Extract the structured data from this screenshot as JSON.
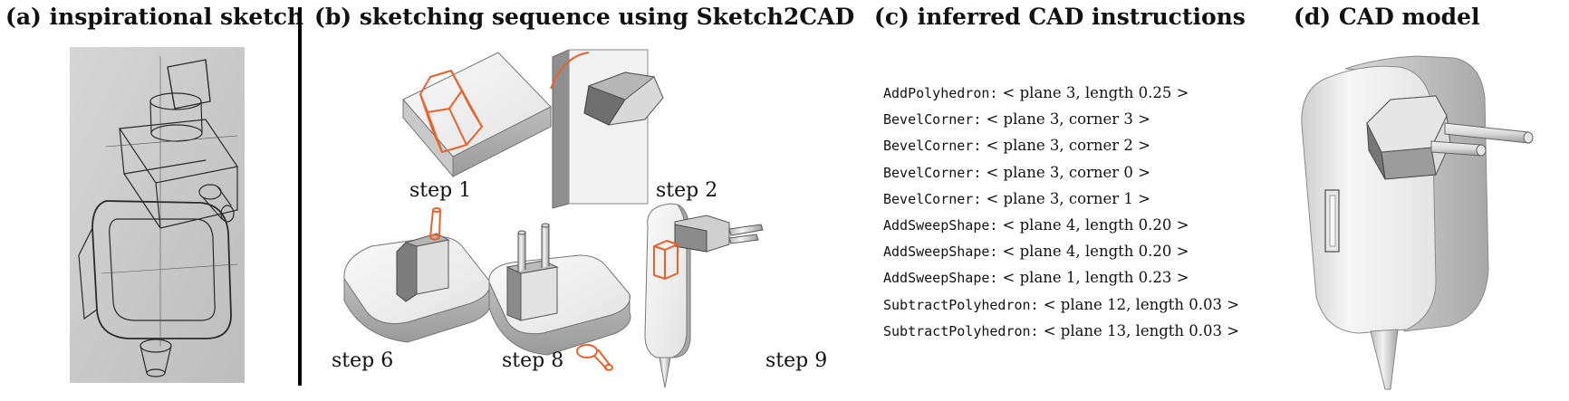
{
  "panels": {
    "a": {
      "title": "(a) inspirational sketch"
    },
    "b": {
      "title": "(b) sketching sequence using Sketch2CAD"
    },
    "c": {
      "title": "(c) inferred CAD instructions"
    },
    "d": {
      "title": "(d) CAD model"
    }
  },
  "steps": {
    "s1": "step 1",
    "s2": "step 2",
    "s6": "step 6",
    "s8": "step 8",
    "s9": "step 9"
  },
  "instructions": [
    {
      "cmd": "AddPolyhedron:",
      "args": "< plane 3, length 0.25 >"
    },
    {
      "cmd": "BevelCorner:",
      "args": "< plane 3, corner 3 >"
    },
    {
      "cmd": "BevelCorner:",
      "args": "< plane 3, corner 2 >"
    },
    {
      "cmd": "BevelCorner:",
      "args": "< plane 3, corner 0 >"
    },
    {
      "cmd": "BevelCorner:",
      "args": "< plane 3, corner 1 >"
    },
    {
      "cmd": "AddSweepShape:",
      "args": "< plane 4, length 0.20 >"
    },
    {
      "cmd": "AddSweepShape:",
      "args": "< plane 4, length 0.20 >"
    },
    {
      "cmd": "AddSweepShape:",
      "args": "< plane 1, length 0.23 >"
    },
    {
      "cmd": "SubtractPolyhedron:",
      "args": "< plane 12, length 0.03 >"
    },
    {
      "cmd": "SubtractPolyhedron:",
      "args": "< plane 13, length 0.03 >"
    }
  ],
  "colors": {
    "stroke_accent": "#e8622a",
    "paper": "#cfcfcf",
    "shade_light": "#eeeeee",
    "shade_mid": "#c8c8c8",
    "shade_dark": "#8a8a8a"
  }
}
